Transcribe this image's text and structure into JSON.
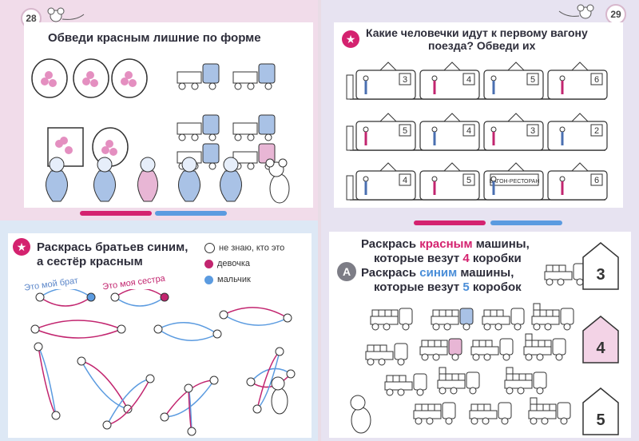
{
  "pages": {
    "left_number": "28",
    "right_number": "29"
  },
  "task1": {
    "title": "Обведи красным лишние по форме"
  },
  "task2": {
    "title_line1": "Какие человечки идут к первому вагону",
    "title_line2": "поезда?  Обведи их",
    "rows": [
      [
        "3",
        "4",
        "5",
        "6"
      ],
      [
        "5",
        "4",
        "3",
        "2"
      ],
      [
        "4",
        "5",
        "ВАГОН-РЕСТОРАН",
        "6"
      ]
    ]
  },
  "task3": {
    "title_line1": "Раскрась братьев синим,",
    "title_line2": "а сестёр красным",
    "legend": [
      {
        "text": "не знаю, кто это",
        "icon": "unknown-circle-icon"
      },
      {
        "text": "девочка",
        "color": "#c2256f"
      },
      {
        "text": "мальчик",
        "color": "#5b9be0"
      }
    ],
    "label_brother": "Это мой брат",
    "label_sister": "Это моя сестра"
  },
  "task4": {
    "badge": "А",
    "line1_pre": "Раскрась ",
    "line1_color": "красным",
    "line1_post": " машины,",
    "line2_pre": "которые везут ",
    "line2_num": "4",
    "line2_post": " коробки",
    "line3_pre": "Раскрась ",
    "line3_color": "синим",
    "line3_post": " машины,",
    "line4_pre": "которые везут ",
    "line4_num": "5",
    "line4_post": " коробок",
    "houses": [
      "3",
      "4",
      "5"
    ]
  },
  "colors": {
    "accent_red": "#d4226f",
    "accent_blue": "#4a8ed8",
    "page_pink": "#f1dcea",
    "page_blue": "#dde8f5"
  }
}
